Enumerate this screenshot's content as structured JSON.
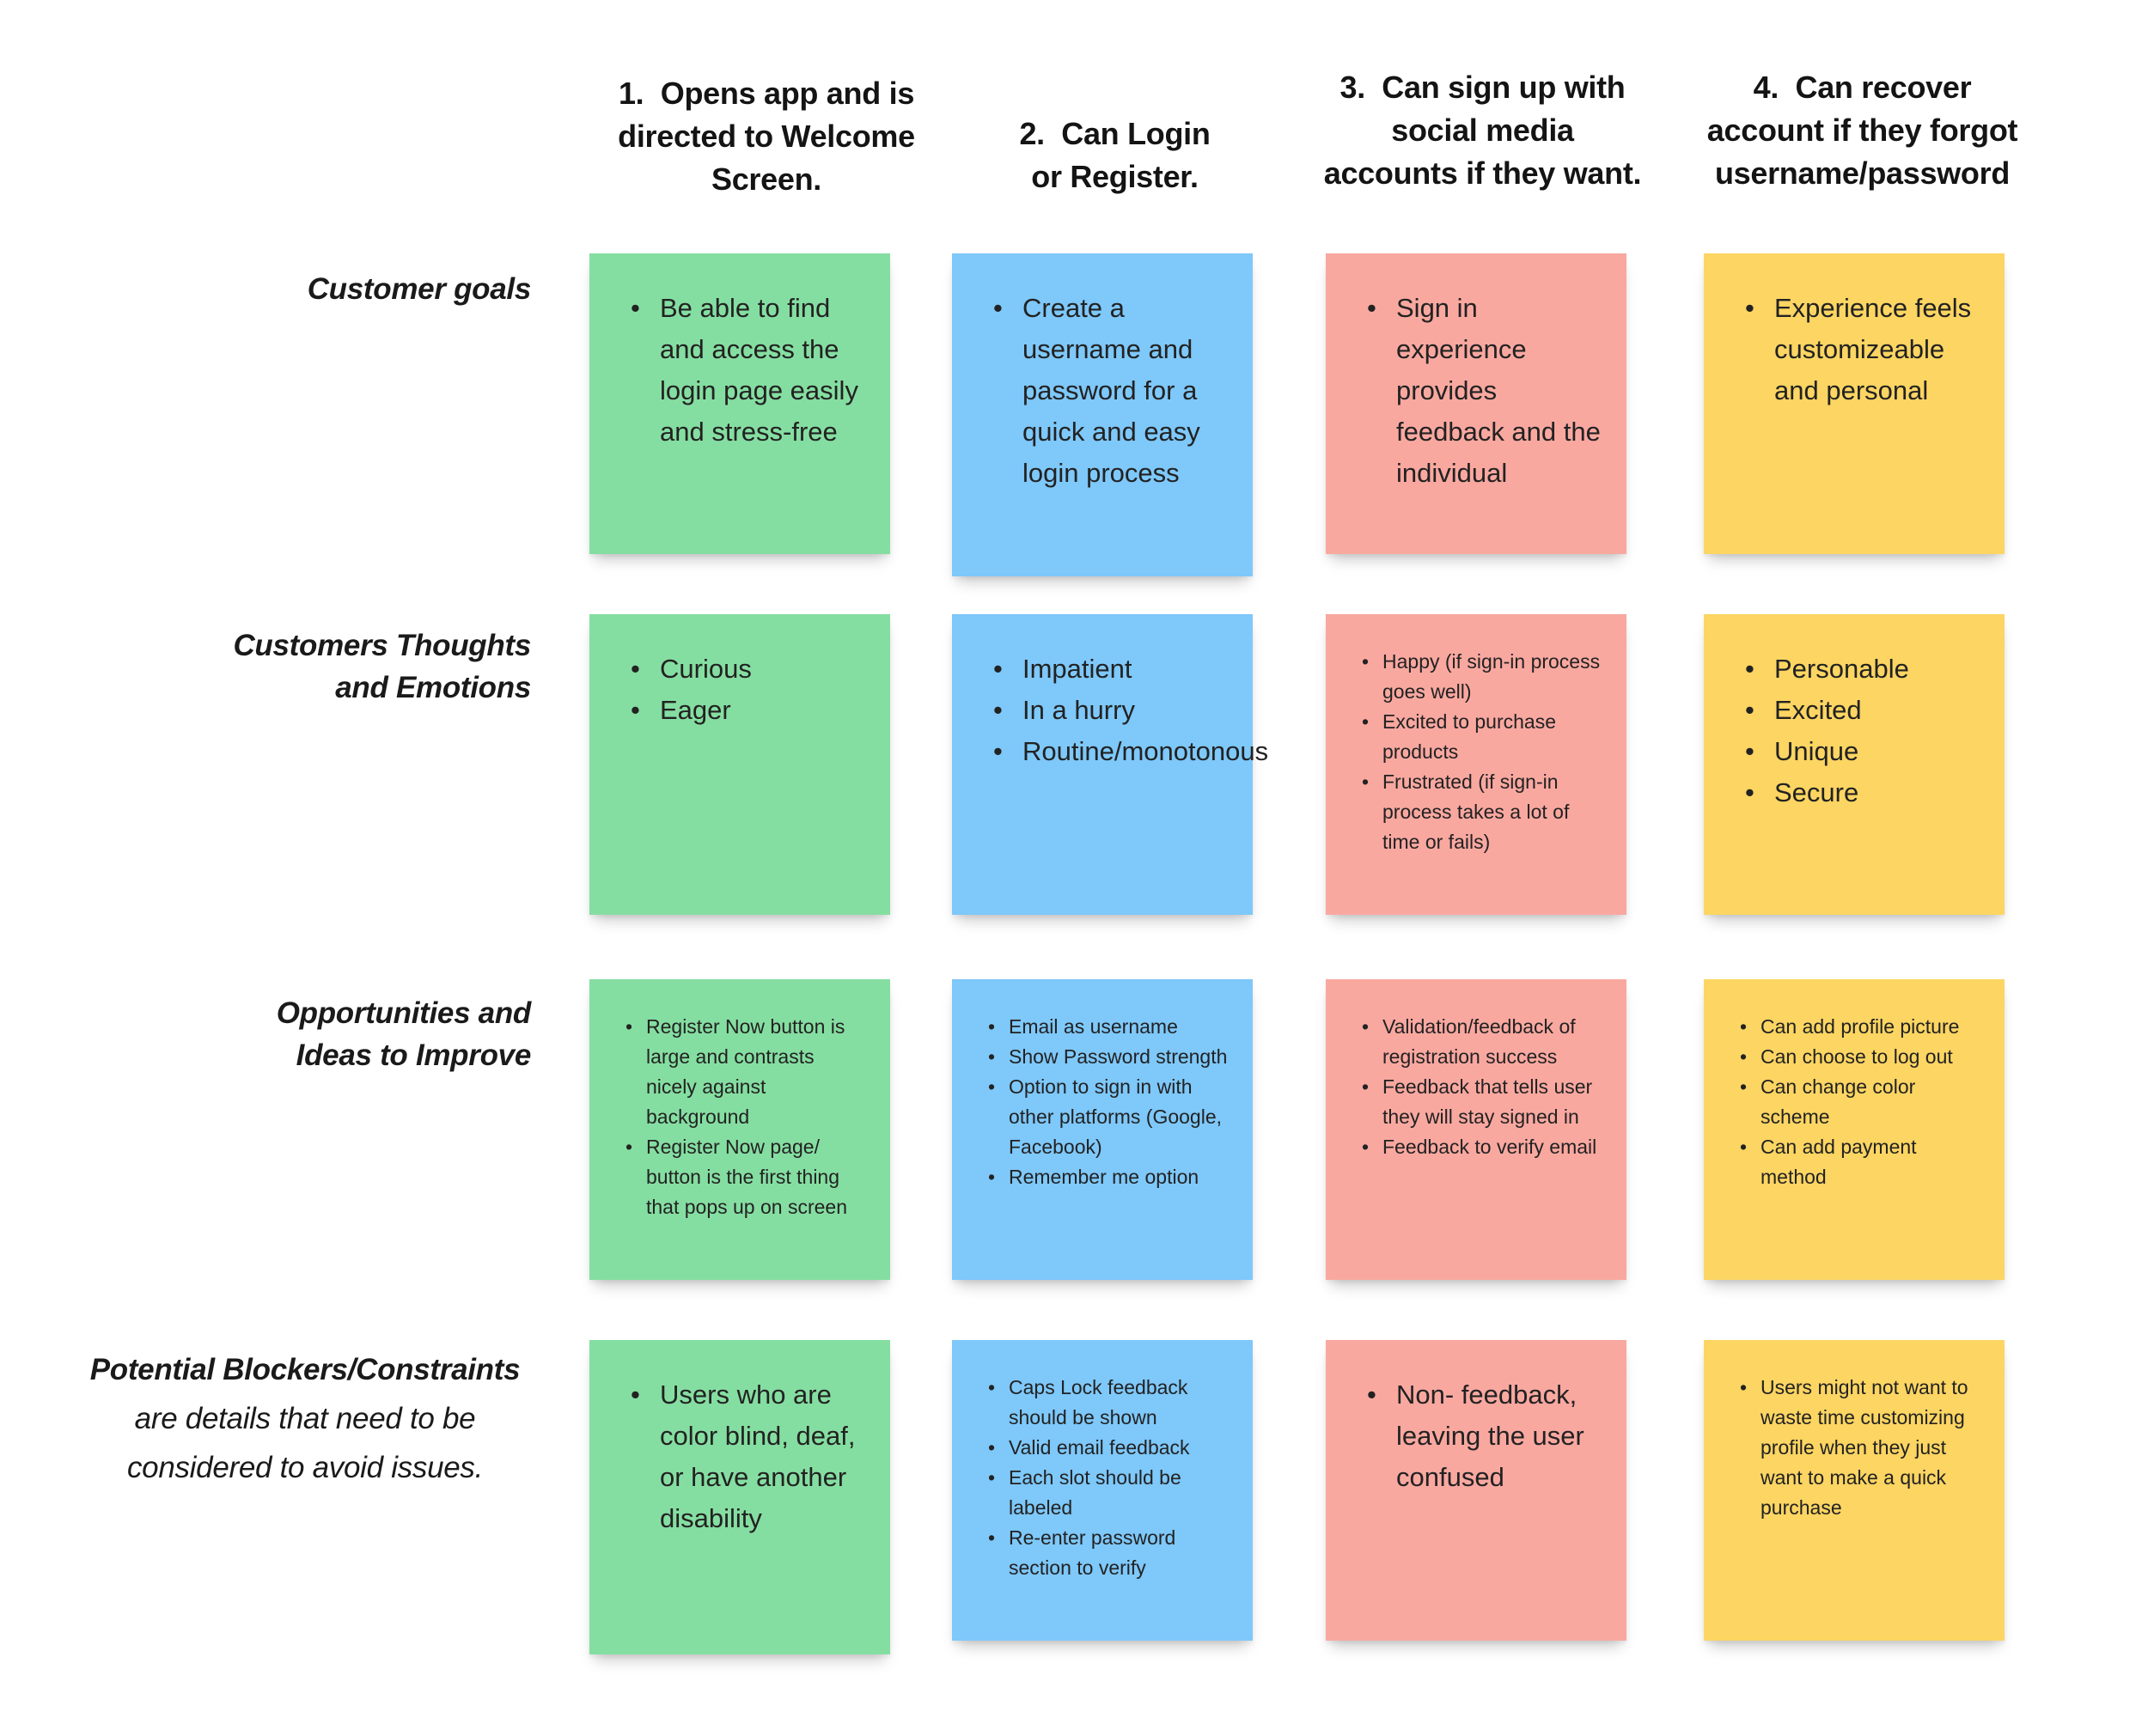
{
  "colors": {
    "background": "#ffffff",
    "note_green": "#85dea1",
    "note_blue": "#7ec8fa",
    "note_red": "#f9a8a0",
    "note_yellow": "#fcd562",
    "text_dark": "#222222"
  },
  "column_headers": [
    {
      "lines": [
        "1.  Opens app and is",
        "directed to Welcome",
        "Screen."
      ]
    },
    {
      "lines": [
        "2.  Can Login",
        "or Register."
      ]
    },
    {
      "lines": [
        "3.  Can sign up with",
        "social media",
        "accounts if they want."
      ]
    },
    {
      "lines": [
        "4.  Can recover",
        "account if they forgot",
        "username/password"
      ]
    }
  ],
  "row_labels": [
    {
      "lines": [
        "Customer goals"
      ]
    },
    {
      "lines": [
        "Customers Thoughts",
        "and Emotions"
      ]
    },
    {
      "lines": [
        "Opportunities and",
        "Ideas to Improve"
      ]
    },
    {
      "lines": [
        "Potential Blockers/Constraints",
        "are details that need to be",
        "considered to avoid issues."
      ]
    }
  ],
  "notes": {
    "r1c1": {
      "items": [
        "Be able to find and access the login page easily and stress-free"
      ]
    },
    "r1c2": {
      "items": [
        "Create a username and password for a quick and easy login process"
      ]
    },
    "r1c3": {
      "items": [
        "Sign in experience provides feedback and the individual"
      ]
    },
    "r1c4": {
      "items": [
        "Experience feels customizeable and personal"
      ]
    },
    "r2c1": {
      "items": [
        "Curious",
        "Eager"
      ]
    },
    "r2c2": {
      "items": [
        "Impatient",
        "In a hurry",
        "Routine/monotonous"
      ]
    },
    "r2c3": {
      "items": [
        "Happy (if sign-in process goes well)",
        "Excited to purchase products",
        "Frustrated (if sign-in process takes a lot of time or fails)"
      ]
    },
    "r2c4": {
      "items": [
        "Personable",
        "Excited",
        "Unique",
        "Secure"
      ]
    },
    "r3c1": {
      "items": [
        "Register Now button is large and contrasts nicely against background",
        "Register Now page/ button is the first thing that pops up on screen"
      ]
    },
    "r3c2": {
      "items": [
        "Email as username",
        "Show Password strength",
        "Option to sign in with other platforms (Google, Facebook)",
        "Remember me option"
      ]
    },
    "r3c3": {
      "items": [
        "Validation/feedback of registration success",
        "Feedback that tells user they will stay signed in",
        "Feedback to verify email"
      ]
    },
    "r3c4": {
      "items": [
        "Can add profile picture",
        "Can choose to log out",
        "Can change color scheme",
        "Can add payment method"
      ]
    },
    "r4c1": {
      "items": [
        "Users who are color blind, deaf, or have another disability"
      ]
    },
    "r4c2": {
      "items": [
        "Caps Lock feedback should be shown",
        "Valid email feedback",
        "Each slot should be labeled",
        "Re-enter password section to verify"
      ]
    },
    "r4c3": {
      "items": [
        "Non- feedback, leaving the user confused"
      ]
    },
    "r4c4": {
      "items": [
        "Users might not want to waste time customizing profile when they just want to make a quick purchase"
      ]
    }
  }
}
